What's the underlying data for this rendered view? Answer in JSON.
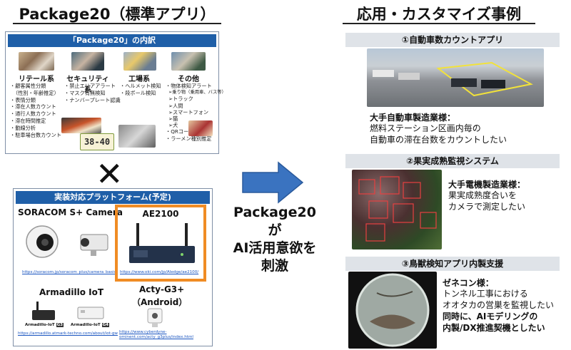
{
  "left": {
    "heading": "Package20（標準アプリ）",
    "package_box": {
      "title": "「Package20」の内訳",
      "categories": [
        {
          "title": "リテール系",
          "items": [
            "・顧客属性分類",
            "（性別・年齢推定）",
            "・表情分類",
            "・滞在人数カウント",
            "・通行人数カウント",
            "・滞在時間推定",
            "・動線分析",
            "・駐車場台数カウント"
          ]
        },
        {
          "title": "セキュリティ系",
          "items": [
            "・禁止エリアアラート",
            "・マスク有無検知",
            "・ナンバープレート認識"
          ]
        },
        {
          "title": "工場系",
          "items": [
            "・ヘルメット検知",
            "・段ボール検知"
          ]
        },
        {
          "title": "その他",
          "items": [
            "・物体検知アラート",
            "➢乗り物（乗用車、バス等）",
            "➢トラック",
            "➢人間",
            "➢スマートフォン",
            "➢猫",
            "➢犬",
            "・QRコード",
            "・ラーメン種別推定"
          ]
        }
      ],
      "plate_text": "38-40"
    },
    "cross": "✕",
    "platform_box": {
      "title": "実装対応プラットフォーム(予定)",
      "soracom": {
        "name": "SORACOM S+ Camera",
        "url": "https://soracom.jp/soracom_plus/camera_basic/"
      },
      "ae2100": {
        "name": "AE2100",
        "url": "https://www.oki.com/jp/AIedge/ae2100/"
      },
      "armadillo": {
        "name": "Armadillo IoT",
        "url": "https://armadillo.atmark-techno.com/about/iot-gw",
        "label1": "Armadillo-IoT",
        "badge1": "G3",
        "label2": "Armadillo-IoT",
        "badge2": "G4"
      },
      "acty": {
        "name": "Acty-G3+",
        "name2": "（Android）",
        "url": "https://www.cyberdyne-ominent.com/acty_g3plus/index.html"
      }
    }
  },
  "middle": {
    "line1": "Package20が",
    "line2": "AI活用意欲を",
    "line3": "刺激"
  },
  "right": {
    "heading": "応用・カスタマイズ事例",
    "cases": [
      {
        "header": "①自動車数カウントアプリ",
        "client": "大手自動車製造業様：",
        "desc": [
          "燃料ステーション区画内毎の",
          "自動車の滞在台数をカウントしたい"
        ]
      },
      {
        "header": "②果実成熟監視システム",
        "client": "大手電機製造業様：",
        "desc": [
          "果実成熟度合いを",
          "カメラで測定したい"
        ]
      },
      {
        "header": "③鳥獣検知アプリ内製支援",
        "client": "ゼネコン様：",
        "desc": [
          "トンネル工事における",
          "オオタカの営巣を監視したい"
        ],
        "desc_bold": [
          "同時に、AIモデリングの",
          "内製/DX推進契機としたい"
        ]
      }
    ]
  },
  "colors": {
    "accent_blue": "#1f5fa8",
    "arrow_blue": "#3a73c0",
    "orange": "#f08c24",
    "header_gray": "#dfe3e8"
  }
}
